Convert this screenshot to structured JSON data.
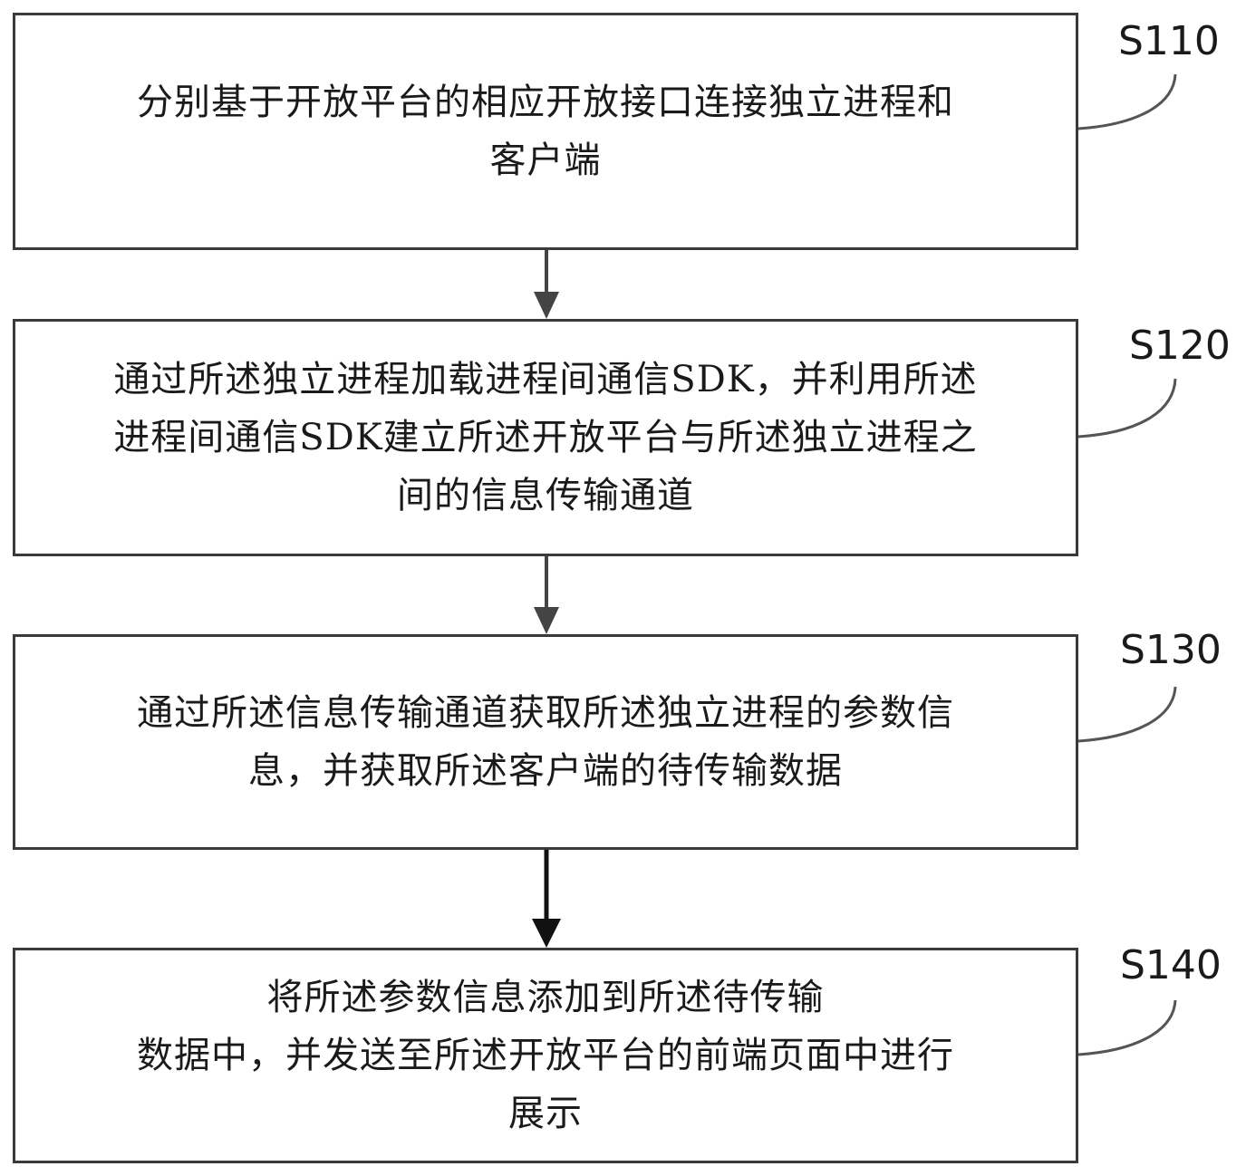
{
  "steps": [
    {
      "id": "S110",
      "label": "S110",
      "lines": [
        "分别基于开放平台的相应开放接口连接独立进程和",
        "客户端"
      ]
    },
    {
      "id": "S120",
      "label": "S120",
      "lines": [
        "通过所述独立进程加载进程间通信SDK，并利用所述",
        "进程间通信SDK建立所述开放平台与所述独立进程之",
        "间的信息传输通道"
      ]
    },
    {
      "id": "S130",
      "label": "S130",
      "lines": [
        "通过所述信息传输通道获取所述独立进程的参数信",
        "息，并获取所述客户端的待传输数据"
      ]
    },
    {
      "id": "S140",
      "label": "S140",
      "lines": [
        "将所述参数信息添加到所述待传输",
        "数据中，并发送至所述开放平台的前端页面中进行",
        "展示"
      ]
    }
  ]
}
